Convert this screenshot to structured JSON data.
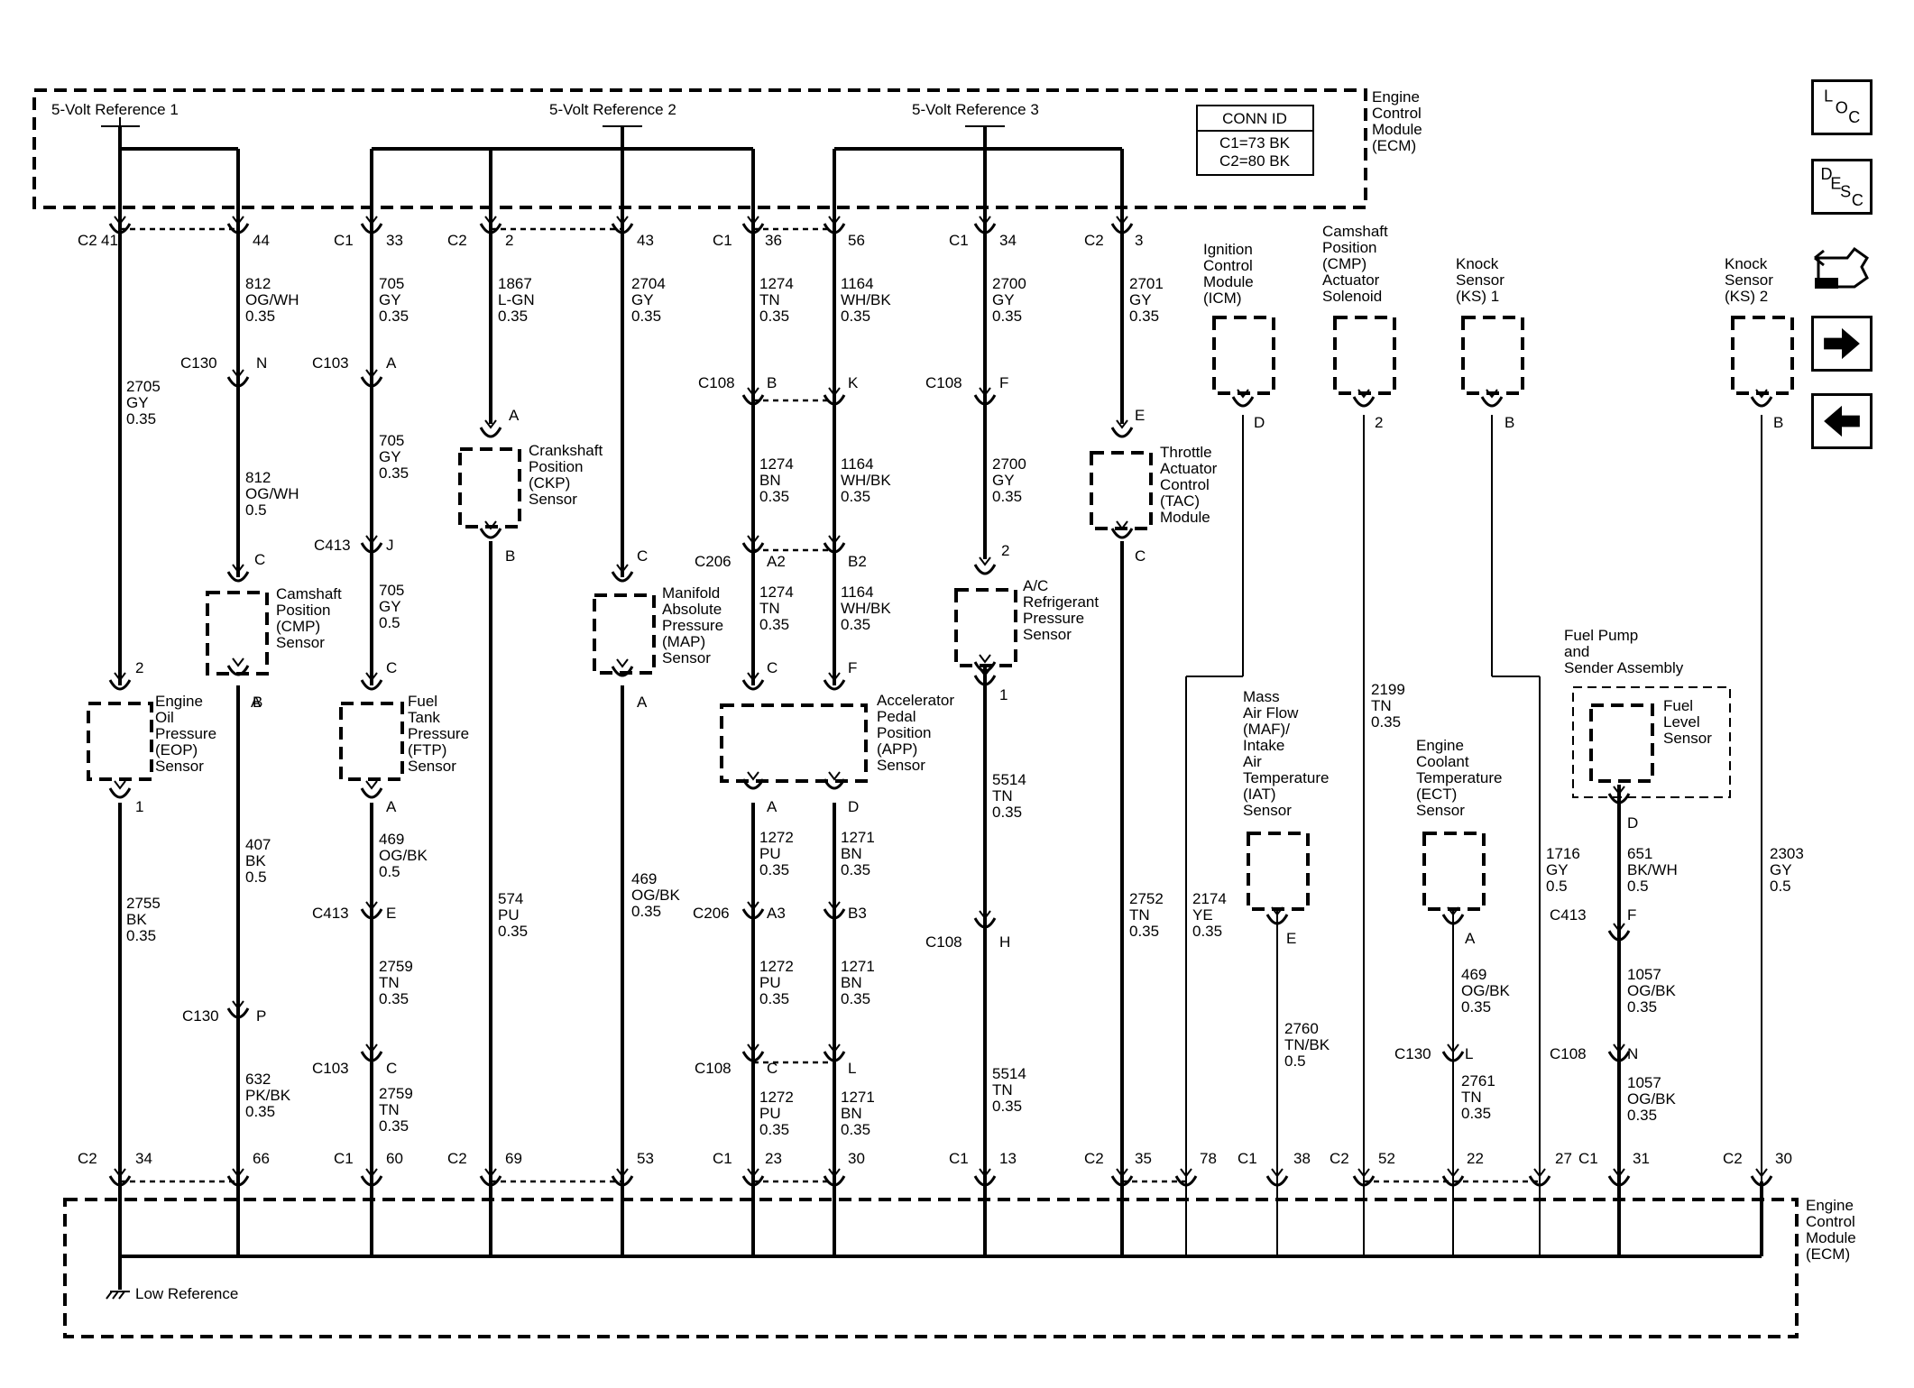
{
  "header": {
    "ref1": "5-Volt Reference 1",
    "ref2": "5-Volt Reference 2",
    "ref3": "5-Volt Reference 3",
    "ecm_top": [
      "Engine",
      "Control",
      "Module",
      "(ECM)"
    ],
    "conn_title": "CONN ID",
    "conn_c1": "C1=73 BK",
    "conn_c2": "C2=80 BK"
  },
  "footer": {
    "ecm_bottom": [
      "Engine",
      "Control",
      "Module",
      "(ECM)"
    ],
    "low_ref": "Low Reference"
  },
  "components": {
    "eop": [
      "Engine",
      "Oil",
      "Pressure",
      "(EOP)",
      "Sensor"
    ],
    "cmp": [
      "Camshaft",
      "Position",
      "(CMP)",
      "Sensor"
    ],
    "ftp": [
      "Fuel",
      "Tank",
      "Pressure",
      "(FTP)",
      "Sensor"
    ],
    "ckp": [
      "Crankshaft",
      "Position",
      "(CKP)",
      "Sensor"
    ],
    "map": [
      "Manifold",
      "Absolute",
      "Pressure",
      "(MAP)",
      "Sensor"
    ],
    "app": [
      "Accelerator",
      "Pedal",
      "Position",
      "(APP)",
      "Sensor"
    ],
    "ac": [
      "A/C",
      "Refrigerant",
      "Pressure",
      "Sensor"
    ],
    "tac": [
      "Throttle",
      "Actuator",
      "Control",
      "(TAC)",
      "Module"
    ],
    "icm": [
      "Ignition",
      "Control",
      "Module",
      "(ICM)"
    ],
    "cmp_sol": [
      "Camshaft",
      "Position",
      "(CMP)",
      "Actuator",
      "Solenoid"
    ],
    "ks1": [
      "Knock",
      "Sensor",
      "(KS) 1"
    ],
    "ks2": [
      "Knock",
      "Sensor",
      "(KS) 2"
    ],
    "maf": [
      "Mass",
      "Air Flow",
      "(MAF)/",
      "Intake",
      "Air",
      "Temperature",
      "(IAT)",
      "Sensor"
    ],
    "ect": [
      "Engine",
      "Coolant",
      "Temperature",
      "(ECT)",
      "Sensor"
    ],
    "fuel_pump": [
      "Fuel Pump",
      "and",
      "Sender Assembly"
    ],
    "fuel_level": [
      "Fuel",
      "Level",
      "Sensor"
    ]
  },
  "wires": {
    "w1": [
      "2705",
      "GY",
      "0.35"
    ],
    "w2": [
      "2755",
      "BK",
      "0.35"
    ],
    "w3": [
      "812",
      "OG/WH",
      "0.35"
    ],
    "w4": [
      "812",
      "OG/WH",
      "0.5"
    ],
    "w5": [
      "407",
      "BK",
      "0.5"
    ],
    "w6": [
      "632",
      "PK/BK",
      "0.35"
    ],
    "w7": [
      "705",
      "GY",
      "0.35"
    ],
    "w8": [
      "705",
      "GY",
      "0.35"
    ],
    "w9": [
      "705",
      "GY",
      "0.5"
    ],
    "w10": [
      "469",
      "OG/BK",
      "0.5"
    ],
    "w11": [
      "2759",
      "TN",
      "0.35"
    ],
    "w12": [
      "2759",
      "TN",
      "0.35"
    ],
    "w13": [
      "1867",
      "L-GN",
      "0.35"
    ],
    "w14": [
      "574",
      "PU",
      "0.35"
    ],
    "w15": [
      "2704",
      "GY",
      "0.35"
    ],
    "w16": [
      "469",
      "OG/BK",
      "0.35"
    ],
    "w17": [
      "1274",
      "TN",
      "0.35"
    ],
    "w18": [
      "1274",
      "BN",
      "0.35"
    ],
    "w19": [
      "1274",
      "TN",
      "0.35"
    ],
    "w20": [
      "1272",
      "PU",
      "0.35"
    ],
    "w21": [
      "1272",
      "PU",
      "0.35"
    ],
    "w22": [
      "1272",
      "PU",
      "0.35"
    ],
    "w23": [
      "1164",
      "WH/BK",
      "0.35"
    ],
    "w24": [
      "1164",
      "WH/BK",
      "0.35"
    ],
    "w25": [
      "1164",
      "WH/BK",
      "0.35"
    ],
    "w26": [
      "1271",
      "BN",
      "0.35"
    ],
    "w27": [
      "1271",
      "BN",
      "0.35"
    ],
    "w28": [
      "1271",
      "BN",
      "0.35"
    ],
    "w29": [
      "2700",
      "GY",
      "0.35"
    ],
    "w30": [
      "2700",
      "GY",
      "0.35"
    ],
    "w31": [
      "5514",
      "TN",
      "0.35"
    ],
    "w32": [
      "5514",
      "TN",
      "0.35"
    ],
    "w33": [
      "2701",
      "GY",
      "0.35"
    ],
    "w34": [
      "2752",
      "TN",
      "0.35"
    ],
    "w35": [
      "2174",
      "YE",
      "0.35"
    ],
    "w36": [
      "2760",
      "TN/BK",
      "0.5"
    ],
    "w37": [
      "2199",
      "TN",
      "0.35"
    ],
    "w38": [
      "469",
      "OG/BK",
      "0.35"
    ],
    "w39": [
      "2761",
      "TN",
      "0.35"
    ],
    "w40": [
      "1716",
      "GY",
      "0.5"
    ],
    "w41": [
      "651",
      "BK/WH",
      "0.5"
    ],
    "w42": [
      "1057",
      "OG/BK",
      "0.35"
    ],
    "w43": [
      "1057",
      "OG/BK",
      "0.35"
    ],
    "w44": [
      "2303",
      "GY",
      "0.5"
    ]
  },
  "labels": {
    "l1": "C2",
    "l2": "41",
    "l3": "44",
    "l4": "C1",
    "l5": "33",
    "l6": "C2",
    "l7": "2",
    "l8": "43",
    "l9": "C1",
    "l10": "36",
    "l11": "56",
    "l12": "C1",
    "l13": "34",
    "l14": "C2",
    "l15": "3",
    "l16": "C130",
    "l17": "N",
    "l18": "C103",
    "l19": "A",
    "l20": "A",
    "l21": "C108",
    "l22": "B",
    "l23": "K",
    "l24": "C108",
    "l25": "F",
    "l26": "E",
    "l27": "D",
    "l28": "2",
    "l29": "B",
    "l30": "B",
    "l31": "C413",
    "l32": "J",
    "l33": "B",
    "l34": "C206",
    "l35": "A2",
    "l36": "B2",
    "l37": "C",
    "l38": "C",
    "l39": "A",
    "l40": "2",
    "l41": "C",
    "l42": "2",
    "l43": "B",
    "l44": "C",
    "l45": "A",
    "l46": "C",
    "l47": "F",
    "l48": "1",
    "l49": "1",
    "l50": "A",
    "l51": "A",
    "l52": "D",
    "l53": "C413",
    "l54": "E",
    "l55": "C206",
    "l56": "A3",
    "l57": "B3",
    "l58": "C130",
    "l59": "P",
    "l60": "C108",
    "l61": "H",
    "l62": "E",
    "l63": "A",
    "l64": "D",
    "l65": "C413",
    "l66": "F",
    "l67": "C103",
    "l68": "C",
    "l69": "C108",
    "l70": "C",
    "l71": "L",
    "l72": "C130",
    "l73": "L",
    "l74": "C108",
    "l75": "N",
    "l76": "C2",
    "l77": "34",
    "l78": "66",
    "l79": "C1",
    "l80": "60",
    "l81": "C2",
    "l82": "69",
    "l83": "53",
    "l84": "C1",
    "l85": "23",
    "l86": "30",
    "l87": "C1",
    "l88": "13",
    "l89": "C2",
    "l90": "35",
    "l91": "78",
    "l92": "C1",
    "l93": "38",
    "l94": "C2",
    "l95": "52",
    "l96": "22",
    "l97": "27",
    "l98": "C1",
    "l99": "31",
    "l100": "C2",
    "l101": "30"
  },
  "nav": {
    "loc_letters": [
      "L",
      "O",
      "C"
    ],
    "desc_letters": [
      "D",
      "E",
      "S",
      "C"
    ],
    "icons": [
      "loc-icon",
      "desc-icon",
      "connector-end-view-icon",
      "next-arrow-icon",
      "previous-arrow-icon"
    ]
  }
}
